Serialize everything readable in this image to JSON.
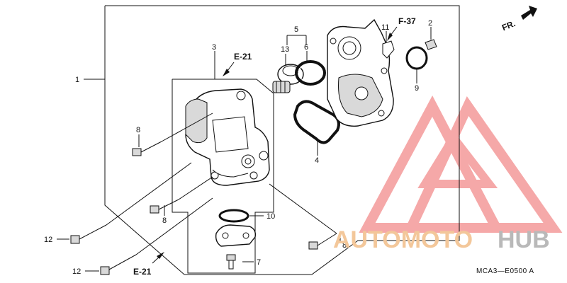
{
  "diagram": {
    "callouts": [
      {
        "id": "c1",
        "text": "1"
      },
      {
        "id": "c2",
        "text": "2"
      },
      {
        "id": "c3",
        "text": "3"
      },
      {
        "id": "c4",
        "text": "4"
      },
      {
        "id": "c5",
        "text": "5"
      },
      {
        "id": "c6",
        "text": "6"
      },
      {
        "id": "c7",
        "text": "7"
      },
      {
        "id": "c8a",
        "text": "8"
      },
      {
        "id": "c8b",
        "text": "8"
      },
      {
        "id": "c8c",
        "text": "8"
      },
      {
        "id": "c9",
        "text": "9"
      },
      {
        "id": "c10",
        "text": "10"
      },
      {
        "id": "c11",
        "text": "11"
      },
      {
        "id": "c12a",
        "text": "12"
      },
      {
        "id": "c12b",
        "text": "12"
      },
      {
        "id": "c13",
        "text": "13"
      }
    ],
    "references": {
      "e21_top": "E-21",
      "e21_bottom": "E-21",
      "f37": "F-37",
      "front": "FR."
    },
    "diagram_code": "MCA3—E0500 A"
  },
  "watermark": {
    "auto": "AUTOMOTO",
    "hub": "HUB",
    "logo_color": "#f28c8c",
    "text_color": "#f3c79a",
    "hub_color": "#b9b9b9"
  }
}
